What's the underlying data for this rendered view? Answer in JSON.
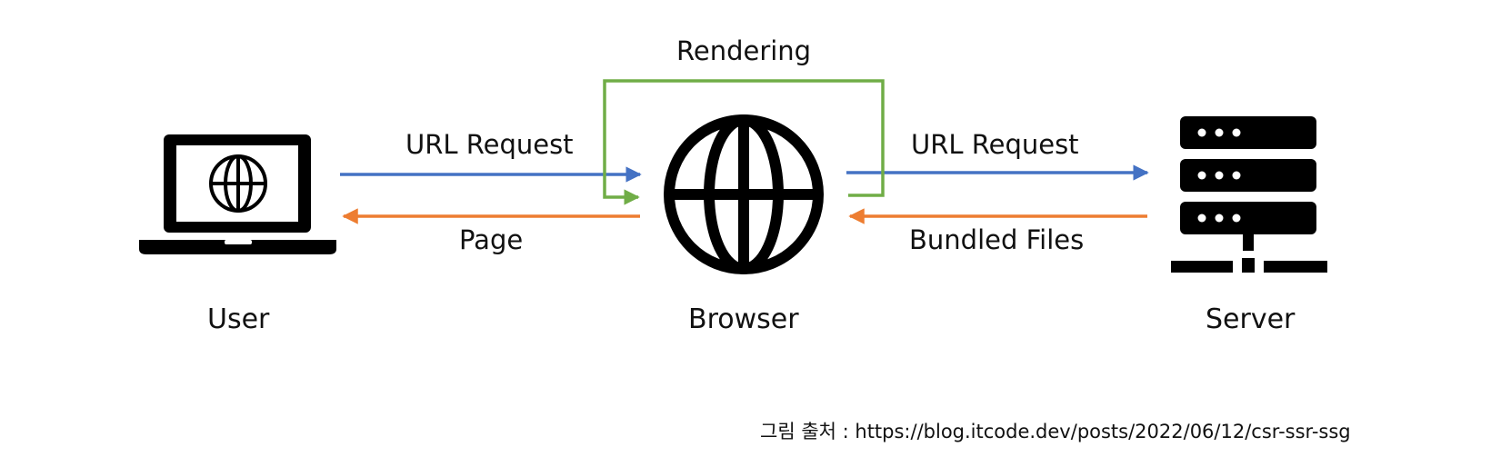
{
  "diagram": {
    "nodes": {
      "user": {
        "label": "User",
        "icon": "laptop-globe-icon"
      },
      "browser": {
        "label": "Browser",
        "icon": "globe-icon"
      },
      "server": {
        "label": "Server",
        "icon": "server-rack-icon"
      }
    },
    "edges": {
      "user_to_browser": {
        "label": "URL Request",
        "color": "#4472C4"
      },
      "browser_to_user": {
        "label": "Page",
        "color": "#ED7D31"
      },
      "browser_to_server": {
        "label": "URL Request",
        "color": "#4472C4"
      },
      "server_to_browser": {
        "label": "Bundled Files",
        "color": "#ED7D31"
      },
      "rendering_loop": {
        "label": "Rendering",
        "color": "#70AD47"
      }
    }
  },
  "caption": "그림 출처 : https://blog.itcode.dev/posts/2022/06/12/csr-ssr-ssg"
}
